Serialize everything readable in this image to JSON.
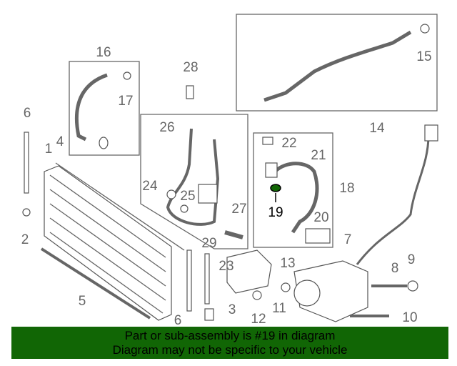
{
  "diagram": {
    "highlight_color": "#116605",
    "selected_part": "19",
    "callouts": [
      "16",
      "17",
      "28",
      "6",
      "4",
      "1",
      "2",
      "26",
      "24",
      "25",
      "27",
      "29",
      "23",
      "22",
      "21",
      "18",
      "19",
      "20",
      "14",
      "15",
      "7",
      "9",
      "8",
      "13",
      "3",
      "5",
      "6",
      "12",
      "11",
      "10"
    ]
  },
  "banner": {
    "line1": "Part or sub-assembly is #19 in diagram",
    "line2": "Diagram may not be specific to your vehicle"
  }
}
